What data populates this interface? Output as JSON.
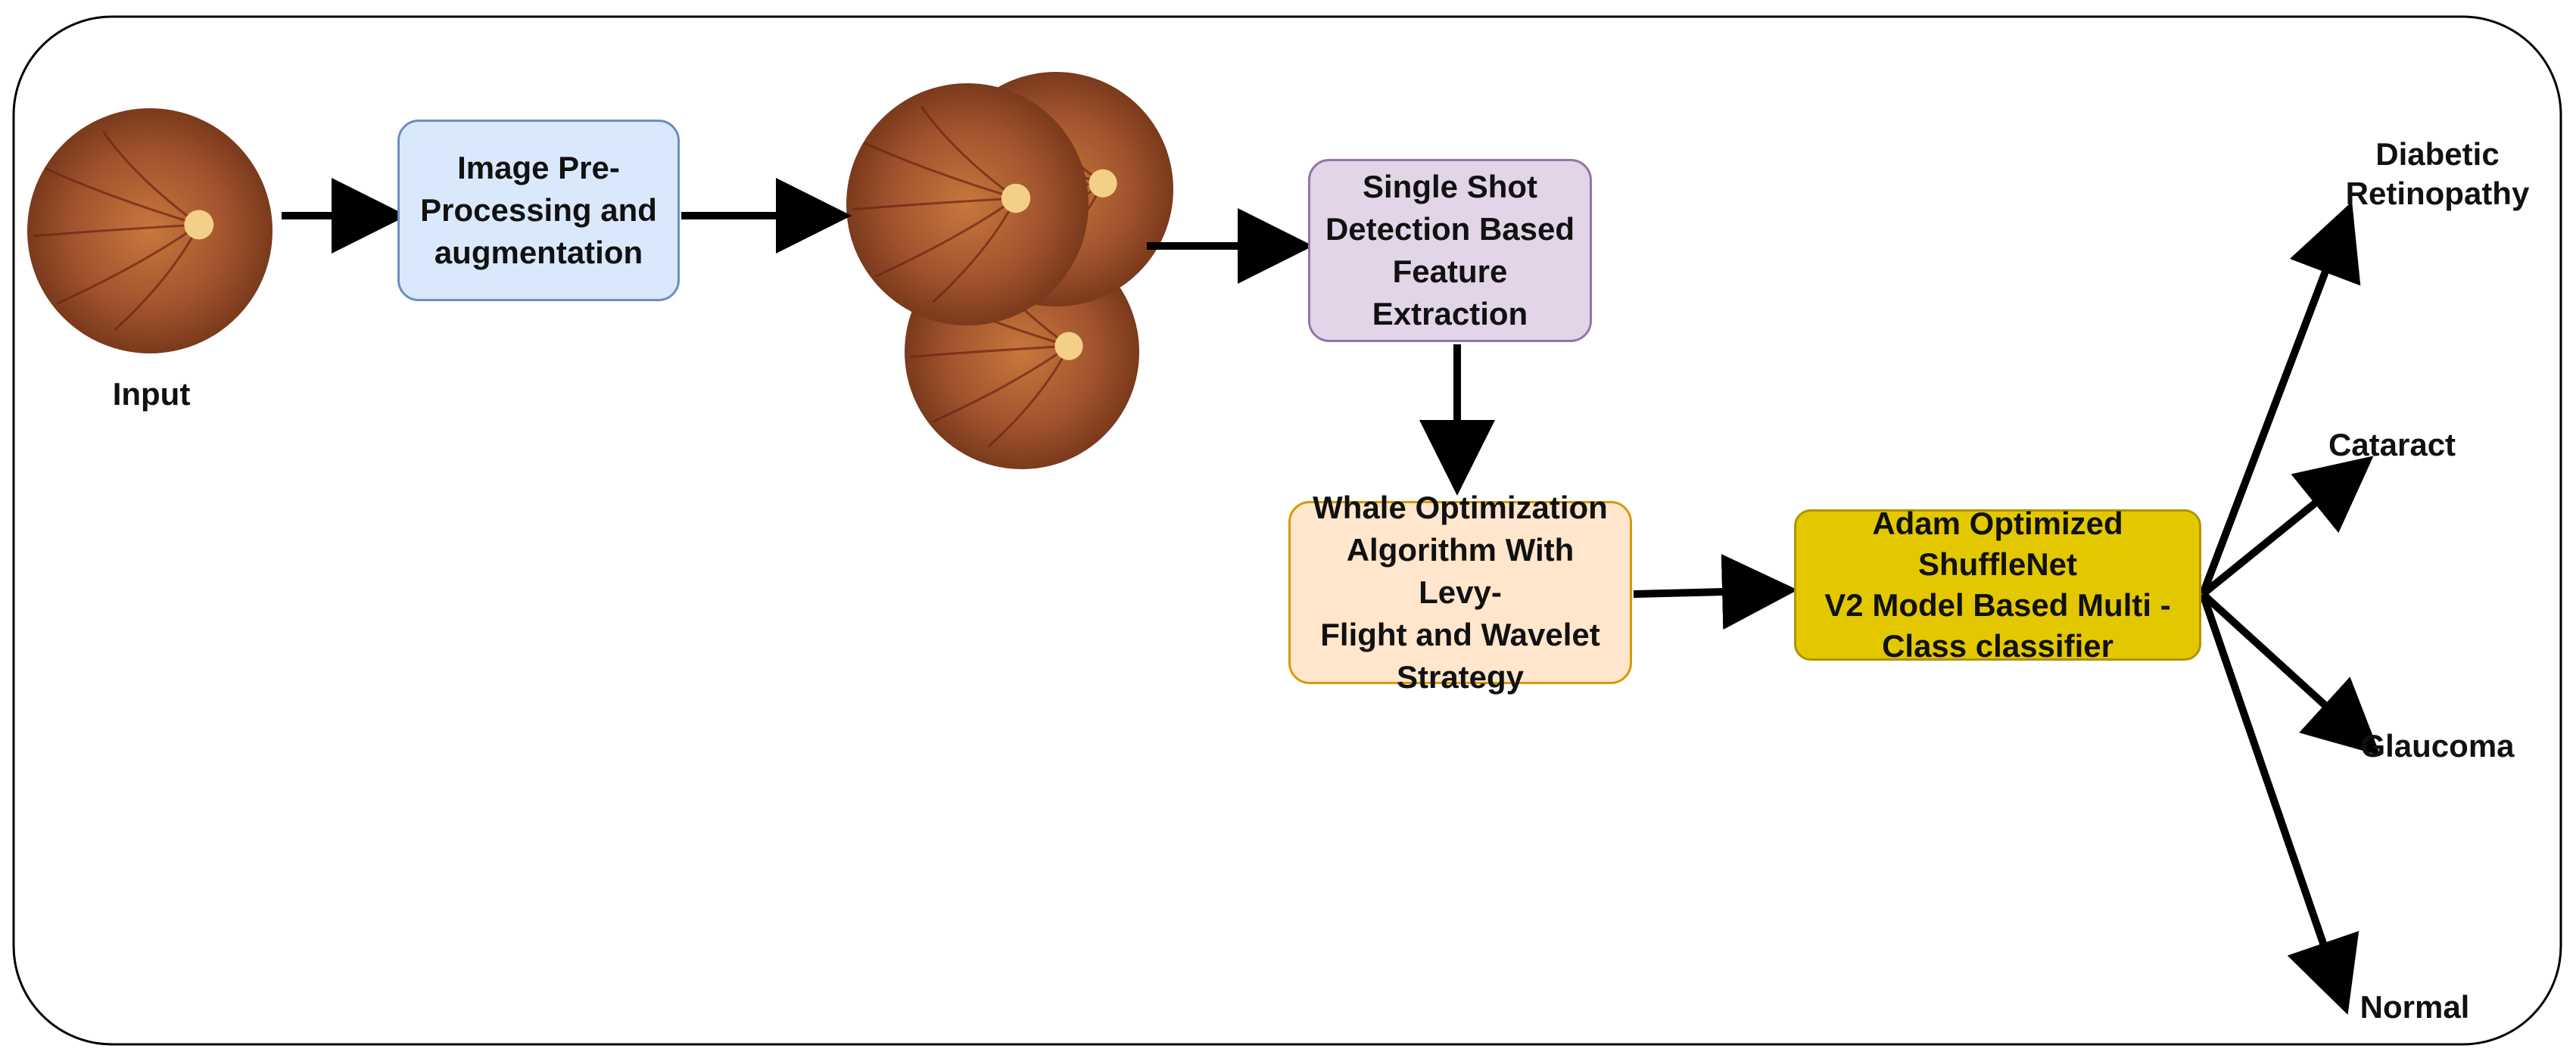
{
  "colors": {
    "preprocess_fill": "#dae8fc",
    "preprocess_stroke": "#6c8ebf",
    "ssd_fill": "#e1d5e7",
    "ssd_stroke": "#9673a6",
    "woa_fill": "#ffe6cc",
    "woa_stroke": "#d79b00",
    "classifier_fill": "#e3c800",
    "classifier_stroke": "#b09500",
    "fundus_outer": "#7a3a1c",
    "fundus_mid": "#a0522d",
    "fundus_inner": "#c8783c",
    "optic_disc": "#f3cf88",
    "vessel": "#6b2414"
  },
  "nodes": {
    "input_label": "Input",
    "preprocess": "Image Pre-\nProcessing and\naugmentation",
    "ssd": "Single Shot\nDetection Based\nFeature Extraction",
    "woa": "Whale Optimization\nAlgorithm With Levy-\nFlight and Wavelet\nStrategy",
    "classifier": "Adam Optimized ShuffleNet\nV2 Model Based Multi -\nClass classifier"
  },
  "outputs": {
    "diabetic_retinopathy": "Diabetic\nRetinopathy",
    "cataract": "Cataract",
    "glaucoma": "Glaucoma",
    "normal": "Normal"
  },
  "icons": {
    "input_image": "fundus-eye-image",
    "augmented_images": "fundus-eye-image-stack"
  }
}
